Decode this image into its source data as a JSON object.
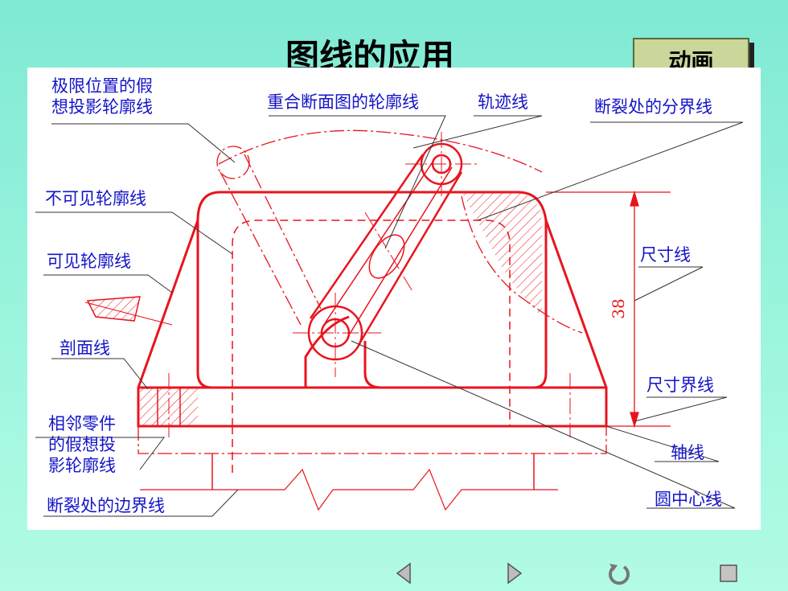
{
  "title": "图线的应用",
  "animation_button": "动画",
  "labels": {
    "limit_position": [
      "极限位置的假",
      "想投影轮廓线"
    ],
    "coincident_section": "重合断面图的轮廓线",
    "trajectory": "轨迹线",
    "break_boundary_right": "断裂处的分界线",
    "hidden_outline": "不可见轮廓线",
    "visible_outline": "可见轮廓线",
    "dimension_line": "尺寸线",
    "section_line": "剖面线",
    "extension_line": "尺寸界线",
    "adjacent_part": [
      "相邻零件",
      "的假想投",
      "影轮廓线"
    ],
    "axis_line": "轴线",
    "break_boundary_left": "断裂处的边界线",
    "center_line": "圆中心线"
  },
  "dimension_value": "38",
  "colors": {
    "drawing": "#e8141e",
    "label": "#1414c8",
    "leader": "#333333",
    "button_bg": "#c9d79a"
  },
  "nav_icons": [
    "prev-triangle-icon",
    "next-triangle-icon",
    "replay-icon",
    "stop-square-icon"
  ]
}
